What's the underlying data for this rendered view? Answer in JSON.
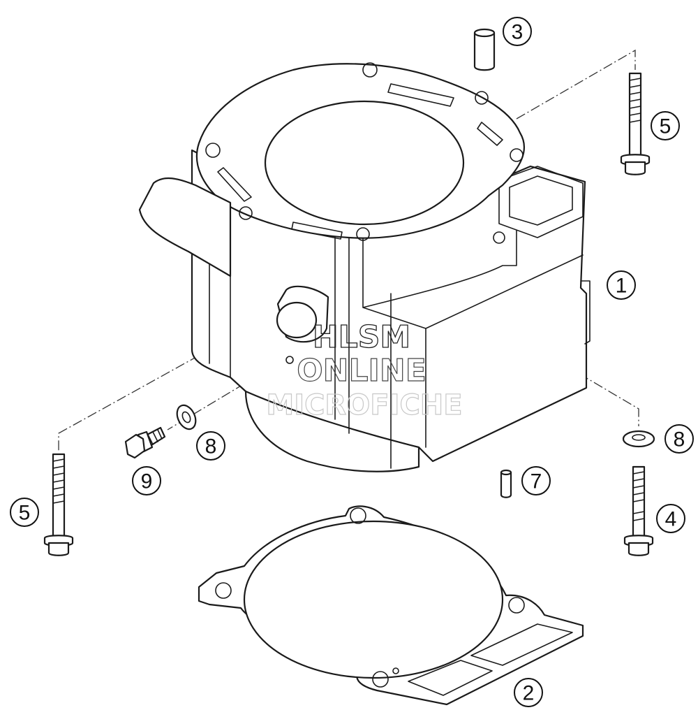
{
  "watermark": {
    "line1": "HLSM",
    "line2": "ONLINE",
    "line3": "MICROFICHE"
  },
  "callouts": [
    {
      "id": "cylinder",
      "label": "1"
    },
    {
      "id": "base-gasket",
      "label": "2"
    },
    {
      "id": "dowel-sleeve",
      "label": "3"
    },
    {
      "id": "stud-bolt-right",
      "label": "4"
    },
    {
      "id": "bolt-top-right",
      "label": "5"
    },
    {
      "id": "bolt-left",
      "label": "5"
    },
    {
      "id": "dowel-pin",
      "label": "7"
    },
    {
      "id": "washer-right",
      "label": "8"
    },
    {
      "id": "washer-left",
      "label": "8"
    },
    {
      "id": "screw-plug",
      "label": "9"
    }
  ]
}
